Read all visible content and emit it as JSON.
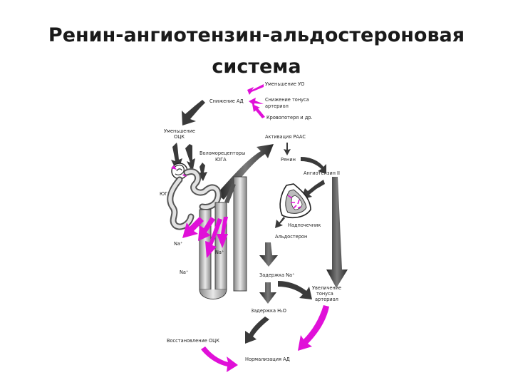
{
  "title": {
    "line1": "Ренин-ангиотензин-альдостероновая",
    "line2": "система"
  },
  "diagram": {
    "labels": {
      "decrease_uo": "Уменьшение УО",
      "decrease_ad": "Снижение АД",
      "decrease_tone_1": "Снижение тонуса",
      "decrease_tone_2": "артериол",
      "blood_loss": "Кровопотеря и др.",
      "decrease_occ_1": "Уменьшение",
      "decrease_occ_2": "ОЦК",
      "activation": "Активация РААС",
      "volumoreceptors_1": "Воломорецепторы",
      "volumoreceptors_2": "ЮГА",
      "renin": "Ренин",
      "angiotensin": "Ангиотензин II",
      "yuga": "ЮГА",
      "adrenal": "Надпочечник",
      "aldosterone": "Альдостерон",
      "na_1": "Na⁺",
      "na_2": "Na⁺",
      "na_3": "Na⁺",
      "na_retention": "Задержка Na⁺",
      "increase_tone_1": "Увеличение",
      "increase_tone_2": "тонуса",
      "increase_tone_3": "артериол",
      "h2o_retention": "Задержка H₂O",
      "restore_occ": "Восстановление ОЦК",
      "normalization": "Нормализация АД"
    },
    "colors": {
      "magenta": "#e010d8",
      "dark": "#3a3a3a",
      "gray": "#8a8a8a",
      "light": "#d8d8d8"
    }
  }
}
